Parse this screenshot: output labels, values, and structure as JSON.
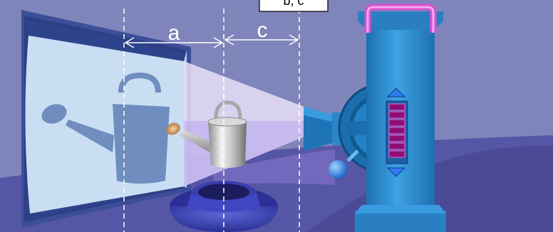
{
  "labels": {
    "a": "a",
    "c": "c",
    "top_box": "b, c"
  },
  "colors": {
    "background": "#7b80b8",
    "floor": "#5a5aa6",
    "screen_frame": "#3a4f9a",
    "screen_surface": "#c6dcf2",
    "shadow": "#6e8fc0",
    "light_beam": "#efe6fb",
    "projector_body": "#2f8fd1",
    "handle_magenta": "#d94fd0",
    "indicator": "#8a0b74",
    "knob": "#1e7fe3"
  },
  "icons": [
    "watering-can-icon",
    "watering-can-shadow-icon",
    "projector-icon",
    "projection-screen-icon",
    "pedestal-icon"
  ]
}
